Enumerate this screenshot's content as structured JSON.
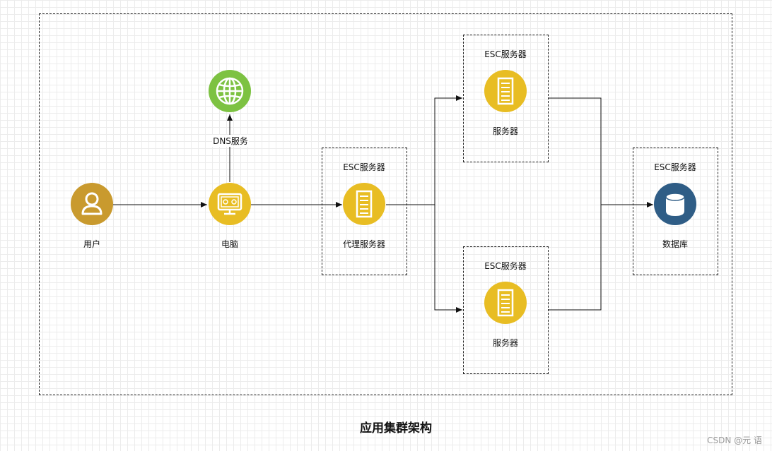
{
  "diagram": {
    "title": "应用集群架构",
    "watermark": "CSDN @元 语",
    "nodes": {
      "user": {
        "label": "用户",
        "icon": "user-icon",
        "color": "#c99a2e"
      },
      "dns": {
        "label": "DNS服务",
        "icon": "globe-icon",
        "color": "#7dc242"
      },
      "pc": {
        "label": "电脑",
        "icon": "computer-icon",
        "color": "#e8bd23"
      },
      "proxy": {
        "group": "ESC服务器",
        "label": "代理服务器",
        "icon": "server-icon",
        "color": "#e8bd23"
      },
      "server_top": {
        "group": "ESC服务器",
        "label": "服务器",
        "icon": "server-icon",
        "color": "#e8bd23"
      },
      "server_bottom": {
        "group": "ESC服务器",
        "label": "服务器",
        "icon": "server-icon",
        "color": "#e8bd23"
      },
      "db": {
        "group": "ESC服务器",
        "label": "数据库",
        "icon": "database-icon",
        "color": "#2f5d86"
      }
    }
  }
}
